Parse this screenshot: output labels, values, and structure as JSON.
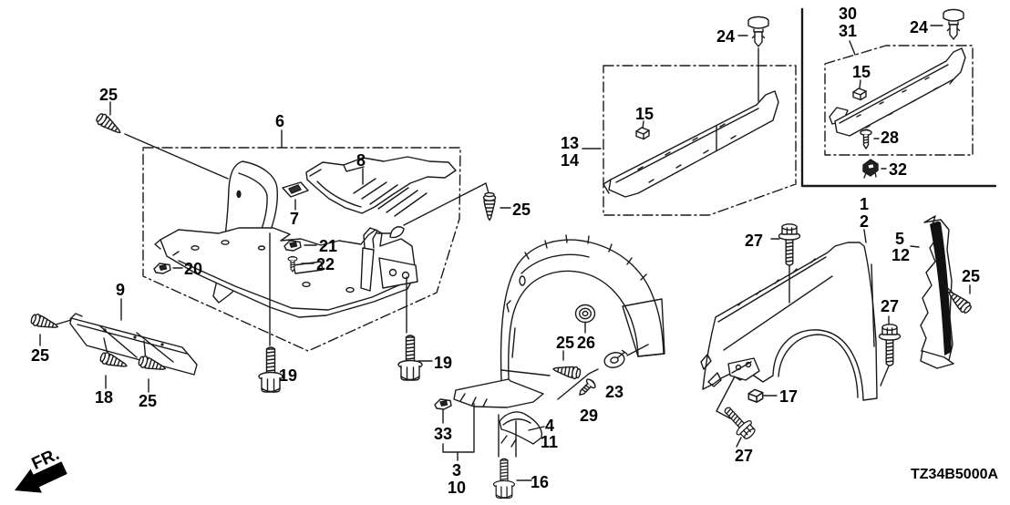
{
  "diagram_code": "TZ34B5000A",
  "fr_label": "FR.",
  "callouts": {
    "c25_topleft": "25",
    "c6": "6",
    "c8": "8",
    "c7": "7",
    "c21": "21",
    "c22": "22",
    "c20": "20",
    "c25_boxright": "25",
    "c19_left": "19",
    "c19_right": "19",
    "c9": "9",
    "c25_p9a": "25",
    "c18": "18",
    "c25_p9b": "25",
    "c13": "13",
    "c14": "14",
    "c15_box13": "15",
    "c24_box13": "24",
    "c30": "30",
    "c31": "31",
    "c24_box30": "24",
    "c15_box30": "15",
    "c28": "28",
    "c32": "32",
    "c1": "1",
    "c2": "2",
    "c27_top": "27",
    "c5": "5",
    "c12": "12",
    "c25_right": "25",
    "c27_mid": "27",
    "c17": "17",
    "c27_bottom": "27",
    "c25_liner": "25",
    "c26": "26",
    "c23": "23",
    "c29": "29",
    "c4": "4",
    "c11": "11",
    "c33": "33",
    "c3": "3",
    "c10": "10",
    "c16": "16"
  }
}
